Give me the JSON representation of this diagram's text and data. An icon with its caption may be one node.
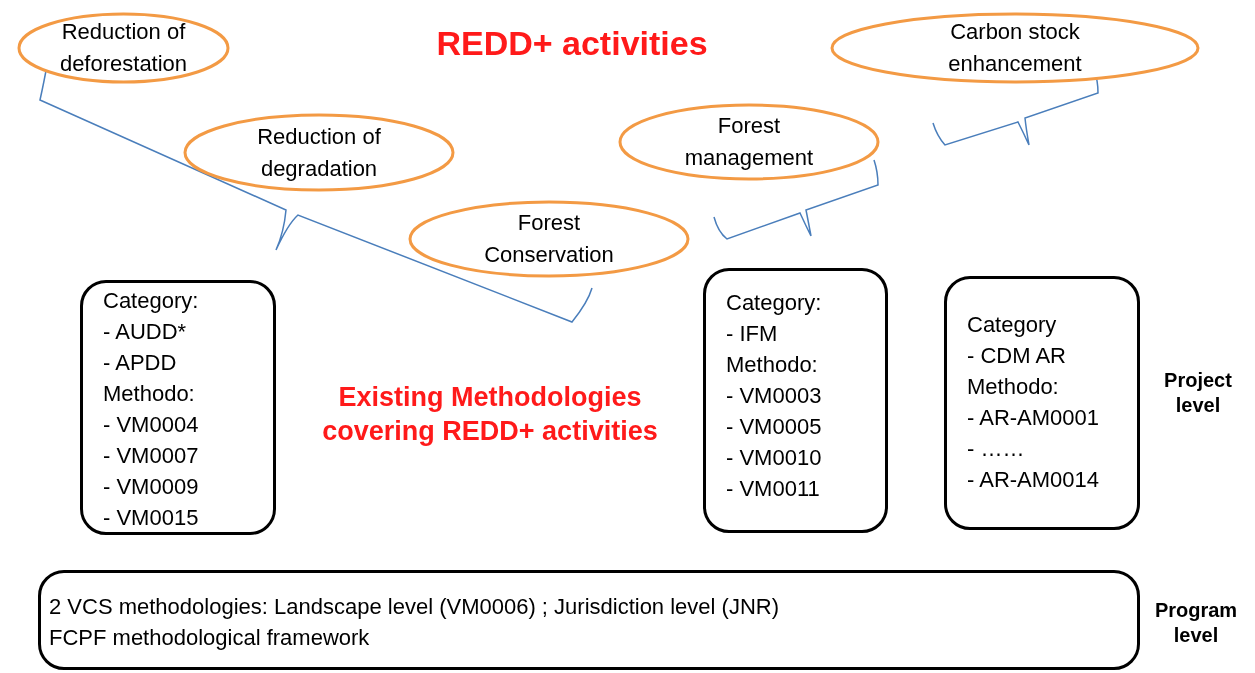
{
  "diagram": {
    "title": "REDD+ activities",
    "nodes": [
      {
        "text": [
          "Reduction of deforestation"
        ]
      },
      {
        "text": [
          "Reduction of degradation"
        ]
      },
      {
        "text": [
          "Forest Conservation"
        ]
      },
      {
        "text": [
          "Forest management"
        ]
      },
      {
        "text": [
          "Carbon stock enhancement"
        ]
      },
      {
        "text": [
          "Category:",
          "- AUDD*",
          "- APDD",
          "Methodo:",
          "- VM0004",
          "- VM0007",
          "- VM0009",
          "- VM0015"
        ]
      },
      {
        "text": [
          "Category:",
          "- IFM",
          "Methodo:",
          "- VM0003",
          "- VM0005",
          "- VM0010",
          "- VM0011"
        ]
      },
      {
        "text": [
          "Category",
          "- CDM AR",
          "Methodo:",
          "- AR-AM0001",
          "- ……",
          "- AR-AM0014"
        ]
      },
      {
        "text": [
          "2 VCS methodologies: Landscape level (VM0006) ; Jurisdiction level (JNR)",
          "FCPF methodological framework"
        ]
      }
    ],
    "edges": [],
    "labels": [
      "Existing Methodologies covering REDD+ activities",
      "Project level",
      "Program level"
    ]
  }
}
